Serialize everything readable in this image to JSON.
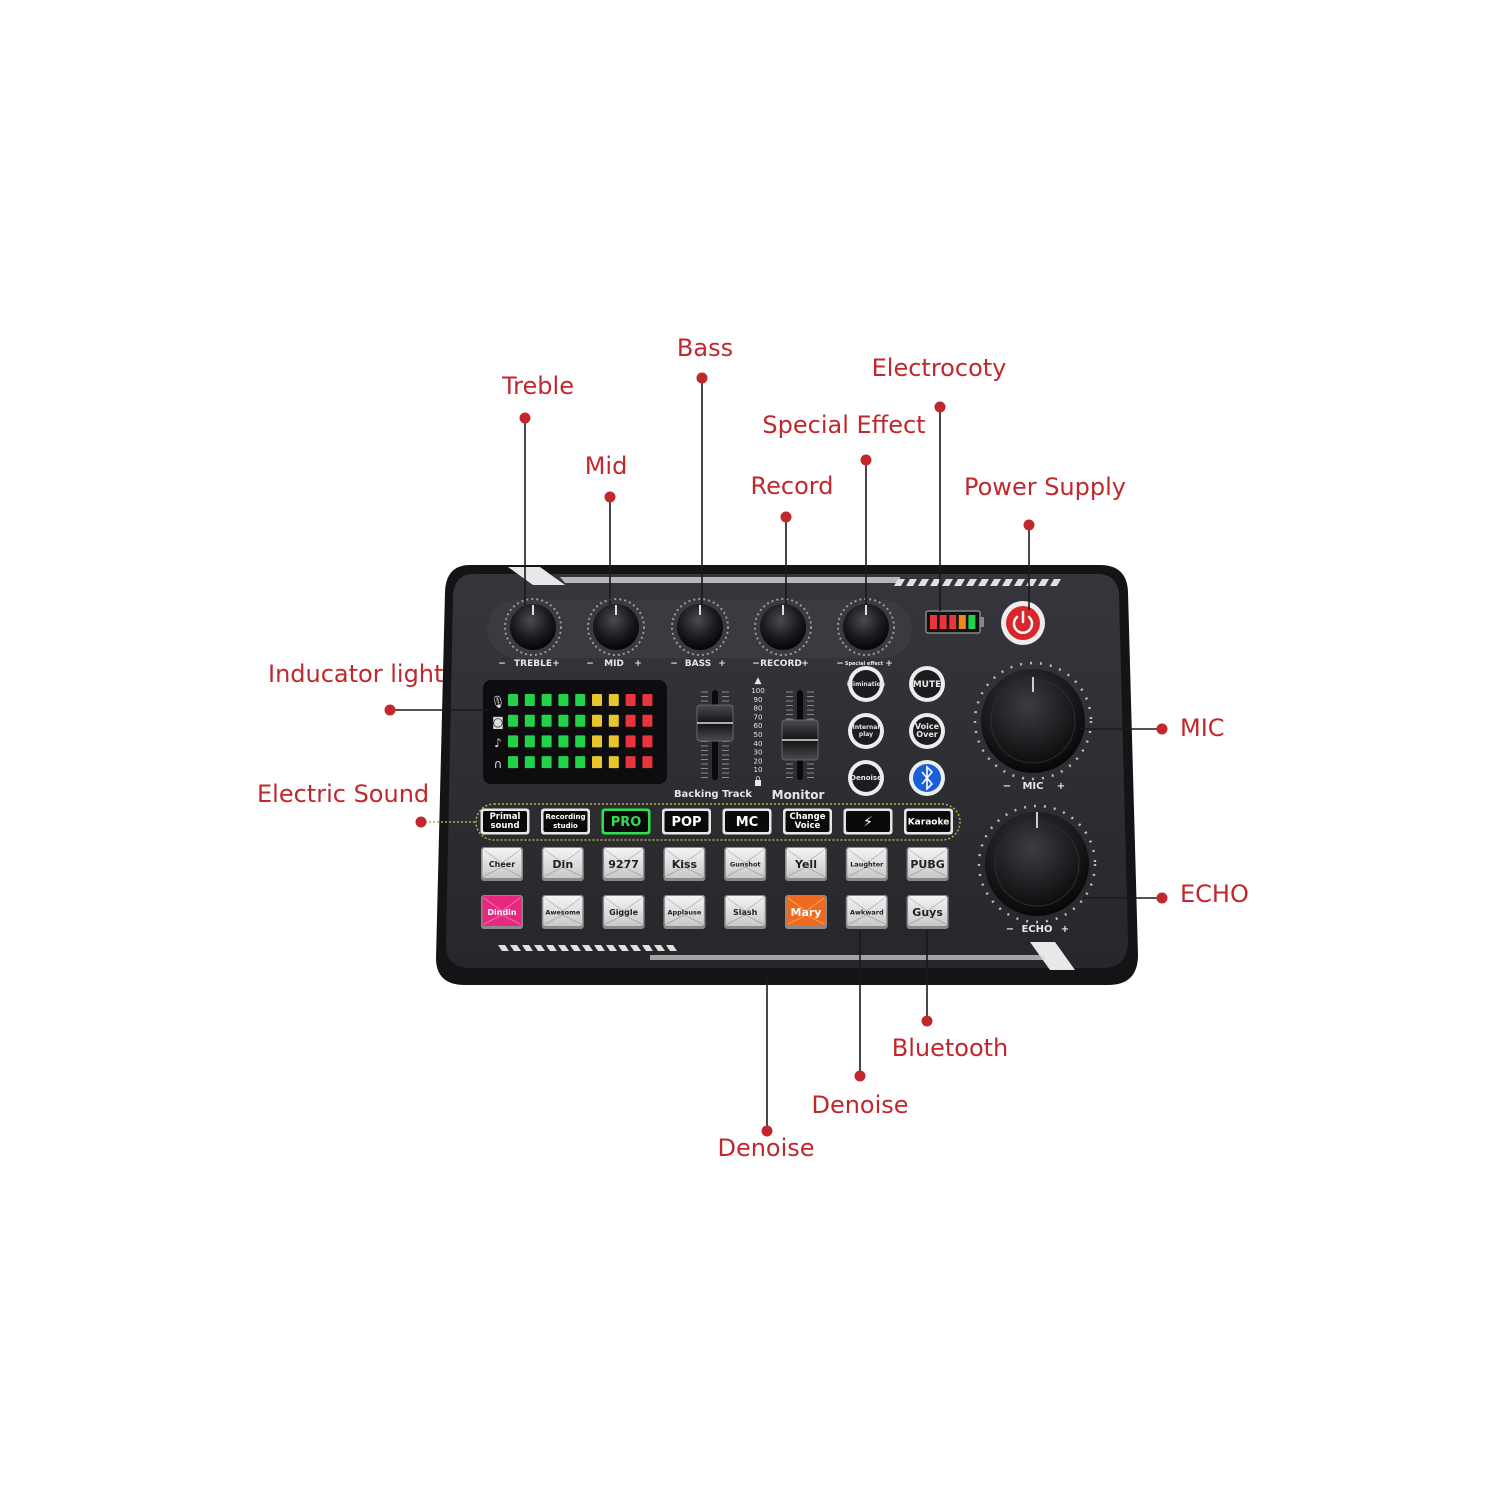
{
  "callouts": {
    "treble": "Treble",
    "mid": "Mid",
    "bass": "Bass",
    "record": "Record",
    "special_effect": "Special Effect",
    "electrocoty": "Electrocoty",
    "power_supply": "Power Supply",
    "indicator_light": "Inducator light",
    "electric_sound": "Electric Sound",
    "mic": "MIC",
    "echo": "ECHO",
    "bluetooth": "Bluetooth",
    "denoise_1": "Denoise",
    "denoise_2": "Denoise"
  },
  "device": {
    "knob_labels": {
      "treble": "TREBLE",
      "mid": "MID",
      "bass": "BASS",
      "record": "RECORD",
      "special": "Special effect",
      "mic": "MIC",
      "echo": "ECHO"
    },
    "fader_labels": {
      "backing_track": "Backing Track",
      "monitor": "Monitor"
    },
    "scale": [
      "100",
      "90",
      "80",
      "70",
      "60",
      "50",
      "40",
      "30",
      "20",
      "10",
      "0"
    ],
    "side_buttons": {
      "elimination": "Elimination",
      "mute": "MUTE",
      "internal": [
        "Internal",
        "play"
      ],
      "voice_over": [
        "Voice",
        "Over"
      ],
      "denoise": "Denoise"
    },
    "mode_buttons": [
      [
        "Primal",
        "sound"
      ],
      [
        "Recording",
        "studio"
      ],
      [
        "PRO"
      ],
      [
        "POP"
      ],
      [
        "MC"
      ],
      [
        "Change",
        "Voice"
      ],
      [
        "⚡"
      ],
      [
        "Karaoke"
      ]
    ],
    "pads_row1": [
      "Cheer",
      "Din",
      "9277",
      "Kiss",
      "Gunshot",
      "Yell",
      "Laughter",
      "PUBG"
    ],
    "pads_row2": [
      "Dindin",
      "Awesome",
      "Giggle",
      "Applause",
      "Slash",
      "Mary",
      "Awkward",
      "Guys"
    ],
    "meter_rows": 4,
    "meter_cols": 9,
    "battery_level": 0.75
  },
  "colors": {
    "callout": "#c0282d",
    "device": "#2b2c30",
    "led_green": "#22d34a",
    "led_yellow": "#e8c52a",
    "led_red": "#e8343a",
    "pad_pink": "#e8277f",
    "pad_orange": "#ee6a1d",
    "pro_green": "#2fe04c",
    "bluetooth_blue": "#1b5fd6",
    "power_red": "#d9262b"
  }
}
